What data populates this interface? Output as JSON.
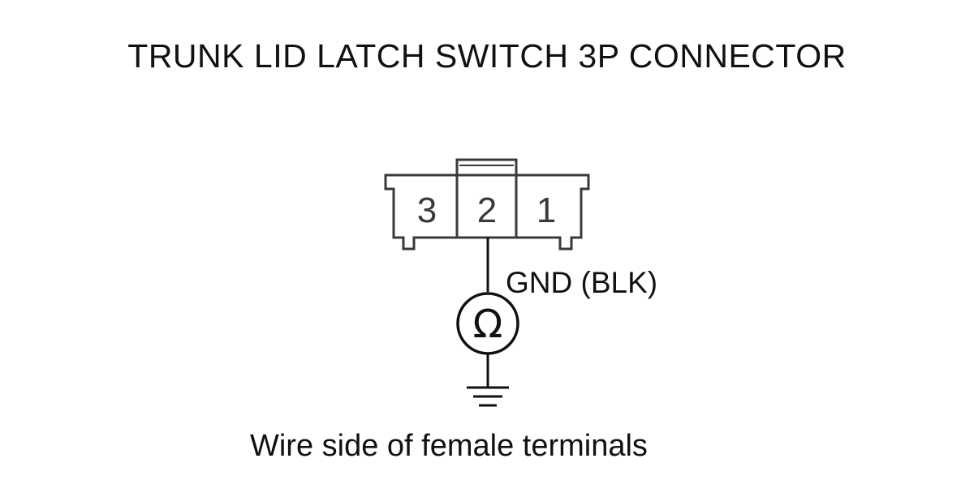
{
  "title": "TRUNK LID LATCH SWITCH 3P CONNECTOR",
  "connector": {
    "terminals": [
      "3",
      "2",
      "1"
    ]
  },
  "wire_label": "GND (BLK)",
  "meter_symbol": "Ω",
  "caption": "Wire side of female terminals"
}
